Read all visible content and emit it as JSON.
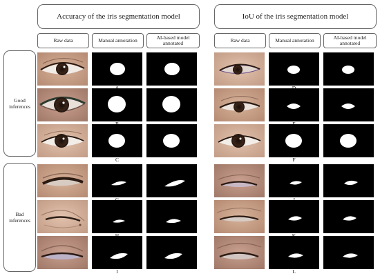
{
  "panels": [
    {
      "title": "Accuracy of  the iris segmentation model",
      "headers": [
        "Raw data",
        "Manual annotation",
        "AI-based model annotated"
      ],
      "labels": [
        "A",
        "B",
        "C",
        "G",
        "H",
        "I"
      ]
    },
    {
      "title": "IoU of the iris segmentation model",
      "headers": [
        "Raw data",
        "Manual annotation",
        "AI-based model annotated"
      ],
      "labels": [
        "D",
        "E",
        "F",
        "J",
        "K",
        "L"
      ]
    }
  ],
  "groups": [
    {
      "label": "Good inferences",
      "line1": "Good",
      "line2": "inferences"
    },
    {
      "label": "Bad inferences",
      "line1": "Bad",
      "line2": "inferences"
    }
  ],
  "colors": {
    "mask_bg": "#000000",
    "mask_fg": "#ffffff",
    "border": "#666666"
  }
}
